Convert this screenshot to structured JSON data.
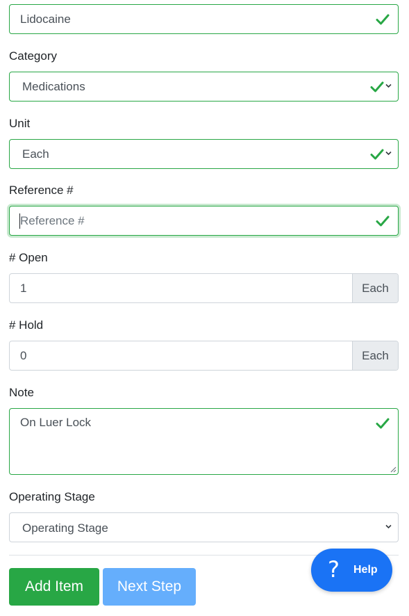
{
  "item_name": {
    "value": "Lidocaine"
  },
  "category": {
    "label": "Category",
    "value": "Medications"
  },
  "unit": {
    "label": "Unit",
    "value": "Each"
  },
  "reference": {
    "label": "Reference #",
    "placeholder": "Reference #"
  },
  "open": {
    "label": "# Open",
    "value": "1",
    "unit": "Each"
  },
  "hold": {
    "label": "# Hold",
    "value": "0",
    "unit": "Each"
  },
  "note": {
    "label": "Note",
    "value": "On Luer Lock"
  },
  "operating_stage": {
    "label": "Operating Stage",
    "value": "Operating Stage"
  },
  "buttons": {
    "add_item": "Add Item",
    "next_step": "Next Step"
  },
  "help": {
    "icon": "?",
    "label": "Help"
  },
  "colors": {
    "valid_green": "#28a745",
    "help_blue": "#1a73f5",
    "next_step_blue": "#65aefc",
    "addon_gray": "#e9ecef"
  },
  "icons": {
    "valid": "check-icon",
    "select_caret": "chevron-down-icon",
    "resize": "resize-grip-icon",
    "help": "question-icon"
  }
}
